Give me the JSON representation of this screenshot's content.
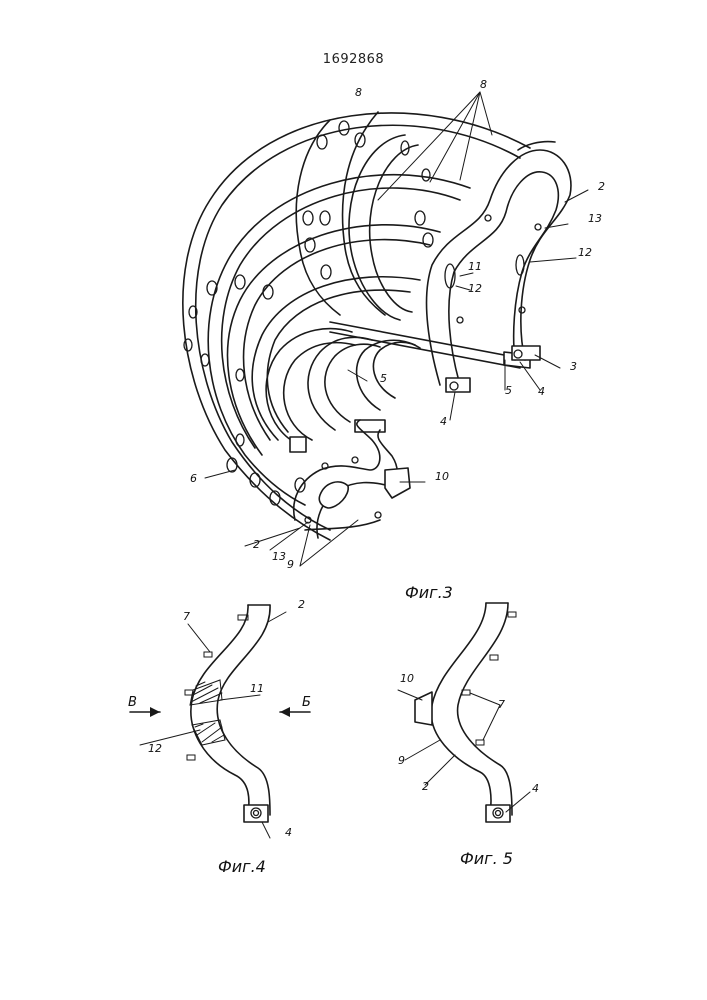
{
  "document": {
    "patent_number": "1692868"
  },
  "figure3": {
    "caption": "Фиг.3",
    "labels": [
      "8",
      "8",
      "2",
      "13",
      "12",
      "11",
      "12",
      "3",
      "4",
      "5",
      "5",
      "4",
      "6",
      "10",
      "2",
      "13",
      "9"
    ]
  },
  "figure4": {
    "caption": "Фиг.4",
    "labels": [
      "7",
      "2",
      "В",
      "Б",
      "11",
      "12",
      "4"
    ]
  },
  "figure5": {
    "caption": "Фиг. 5",
    "labels": [
      "10",
      "7",
      "9",
      "2",
      "4"
    ]
  }
}
